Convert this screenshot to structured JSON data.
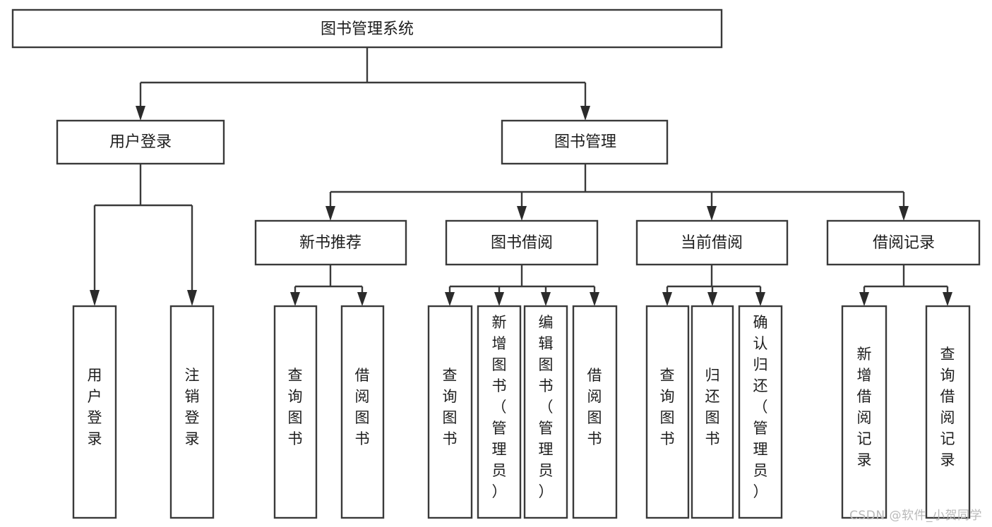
{
  "diagram": {
    "title": "图书管理系统",
    "type": "tree-hierarchy",
    "root": {
      "id": "root",
      "label": "图书管理系统"
    },
    "level2": [
      {
        "id": "user-login",
        "label": "用户登录"
      },
      {
        "id": "book-management",
        "label": "图书管理"
      }
    ],
    "level3": [
      {
        "id": "new-book-recommend",
        "label": "新书推荐",
        "parent": "book-management"
      },
      {
        "id": "book-borrow",
        "label": "图书借阅",
        "parent": "book-management"
      },
      {
        "id": "current-borrow",
        "label": "当前借阅",
        "parent": "book-management"
      },
      {
        "id": "borrow-record",
        "label": "借阅记录",
        "parent": "book-management"
      }
    ],
    "leaves": [
      {
        "id": "leaf-user-login",
        "label": "用户登录",
        "parent": "user-login"
      },
      {
        "id": "leaf-logout-login",
        "label": "注销登录",
        "parent": "user-login"
      },
      {
        "id": "leaf-query-book-1",
        "label": "查询图书",
        "parent": "new-book-recommend"
      },
      {
        "id": "leaf-borrow-book-1",
        "label": "借阅图书",
        "parent": "new-book-recommend"
      },
      {
        "id": "leaf-query-book-2",
        "label": "查询图书",
        "parent": "book-borrow"
      },
      {
        "id": "leaf-add-book",
        "label": "新增图书（管理员）",
        "parent": "book-borrow"
      },
      {
        "id": "leaf-edit-book",
        "label": "编辑图书（管理员）",
        "parent": "book-borrow"
      },
      {
        "id": "leaf-borrow-book-2",
        "label": "借阅图书",
        "parent": "book-borrow"
      },
      {
        "id": "leaf-query-book-3",
        "label": "查询图书",
        "parent": "current-borrow"
      },
      {
        "id": "leaf-return-book",
        "label": "归还图书",
        "parent": "current-borrow"
      },
      {
        "id": "leaf-confirm-return",
        "label": "确认归还（管理员）",
        "parent": "current-borrow"
      },
      {
        "id": "leaf-add-record",
        "label": "新增借阅记录",
        "parent": "borrow-record"
      },
      {
        "id": "leaf-query-record",
        "label": "查询借阅记录",
        "parent": "borrow-record"
      }
    ],
    "colors": {
      "stroke": "#3a3a3a",
      "fill": "#ffffff",
      "text": "#1d1d1d",
      "watermark": "#b9b9b9"
    }
  },
  "watermark": {
    "text": "CSDN @软件_小贺同学"
  }
}
